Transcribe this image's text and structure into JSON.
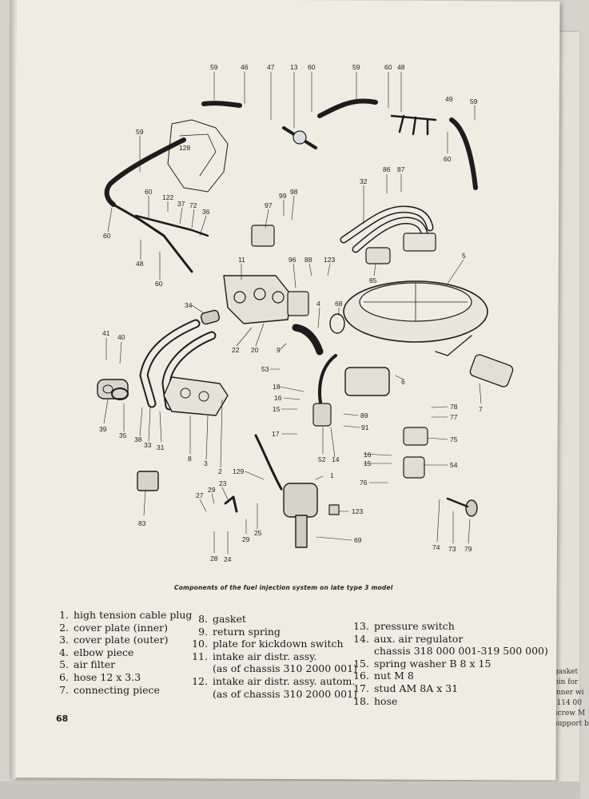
{
  "figure": {
    "caption": "Components of the fuel injection system on late type 3 model",
    "labels": [
      {
        "id": "59a",
        "text": "59"
      },
      {
        "id": "46",
        "text": "46"
      },
      {
        "id": "47",
        "text": "47"
      },
      {
        "id": "13",
        "text": "13"
      },
      {
        "id": "60a",
        "text": "60"
      },
      {
        "id": "59b",
        "text": "59"
      },
      {
        "id": "60b",
        "text": "60"
      },
      {
        "id": "48a",
        "text": "48"
      },
      {
        "id": "49",
        "text": "49"
      },
      {
        "id": "59c",
        "text": "59"
      },
      {
        "id": "59d",
        "text": "59"
      },
      {
        "id": "128",
        "text": "128"
      },
      {
        "id": "60c",
        "text": "60"
      },
      {
        "id": "86",
        "text": "86"
      },
      {
        "id": "87",
        "text": "87"
      },
      {
        "id": "32",
        "text": "32"
      },
      {
        "id": "60d",
        "text": "60"
      },
      {
        "id": "122",
        "text": "122"
      },
      {
        "id": "37",
        "text": "37"
      },
      {
        "id": "72",
        "text": "72"
      },
      {
        "id": "36",
        "text": "36"
      },
      {
        "id": "99",
        "text": "99"
      },
      {
        "id": "98",
        "text": "98"
      },
      {
        "id": "97",
        "text": "97"
      },
      {
        "id": "60e",
        "text": "60"
      },
      {
        "id": "48b",
        "text": "48"
      },
      {
        "id": "60f",
        "text": "60"
      },
      {
        "id": "5",
        "text": "5"
      },
      {
        "id": "11",
        "text": "11"
      },
      {
        "id": "96",
        "text": "96"
      },
      {
        "id": "88",
        "text": "88"
      },
      {
        "id": "123a",
        "text": "123"
      },
      {
        "id": "85",
        "text": "85"
      },
      {
        "id": "34",
        "text": "34"
      },
      {
        "id": "4",
        "text": "4"
      },
      {
        "id": "68",
        "text": "68"
      },
      {
        "id": "41",
        "text": "41"
      },
      {
        "id": "40",
        "text": "40"
      },
      {
        "id": "22",
        "text": "22"
      },
      {
        "id": "20",
        "text": "20"
      },
      {
        "id": "9",
        "text": "9"
      },
      {
        "id": "53",
        "text": "53"
      },
      {
        "id": "18",
        "text": "18"
      },
      {
        "id": "16a",
        "text": "16"
      },
      {
        "id": "15a",
        "text": "15"
      },
      {
        "id": "6",
        "text": "6"
      },
      {
        "id": "7",
        "text": "7"
      },
      {
        "id": "78",
        "text": "78"
      },
      {
        "id": "77",
        "text": "77"
      },
      {
        "id": "89",
        "text": "89"
      },
      {
        "id": "91",
        "text": "91"
      },
      {
        "id": "39",
        "text": "39"
      },
      {
        "id": "35",
        "text": "35"
      },
      {
        "id": "38",
        "text": "38"
      },
      {
        "id": "33",
        "text": "33"
      },
      {
        "id": "31",
        "text": "31"
      },
      {
        "id": "8",
        "text": "8"
      },
      {
        "id": "3",
        "text": "3"
      },
      {
        "id": "2",
        "text": "2"
      },
      {
        "id": "17",
        "text": "17"
      },
      {
        "id": "52",
        "text": "52"
      },
      {
        "id": "14",
        "text": "14"
      },
      {
        "id": "75",
        "text": "75"
      },
      {
        "id": "16b",
        "text": "16"
      },
      {
        "id": "15b",
        "text": "15"
      },
      {
        "id": "54",
        "text": "54"
      },
      {
        "id": "129",
        "text": "129"
      },
      {
        "id": "1",
        "text": "1"
      },
      {
        "id": "76",
        "text": "76"
      },
      {
        "id": "83",
        "text": "83"
      },
      {
        "id": "23",
        "text": "23"
      },
      {
        "id": "29a",
        "text": "29"
      },
      {
        "id": "27",
        "text": "27"
      },
      {
        "id": "25",
        "text": "25"
      },
      {
        "id": "29b",
        "text": "29"
      },
      {
        "id": "123b",
        "text": "123"
      },
      {
        "id": "28",
        "text": "28"
      },
      {
        "id": "24",
        "text": "24"
      },
      {
        "id": "69",
        "text": "69"
      },
      {
        "id": "74",
        "text": "74"
      },
      {
        "id": "73",
        "text": "73"
      },
      {
        "id": "79",
        "text": "79"
      }
    ]
  },
  "legend": {
    "col1": [
      {
        "num": "1.",
        "text": "high tension cable plug"
      },
      {
        "num": "2.",
        "text": "cover plate (inner)"
      },
      {
        "num": "3.",
        "text": "cover plate (outer)"
      },
      {
        "num": "4.",
        "text": "elbow piece"
      },
      {
        "num": "5.",
        "text": "air filter"
      },
      {
        "num": "6.",
        "text": "hose 12 x 3.3"
      },
      {
        "num": "7.",
        "text": "connecting piece"
      }
    ],
    "col2": [
      {
        "num": "8.",
        "text": "gasket"
      },
      {
        "num": "9.",
        "text": "return spring"
      },
      {
        "num": "10.",
        "text": "plate for kickdown switch"
      },
      {
        "num": "11.",
        "text": "intake air distr. assy."
      },
      {
        "num": "",
        "text": "(as of chassis 310 2000 001)"
      },
      {
        "num": "12.",
        "text": "intake air distr. assy. autom."
      },
      {
        "num": "",
        "text": "(as of chassis 310 2000 001)"
      }
    ],
    "col3": [
      {
        "num": "13.",
        "text": "pressure switch"
      },
      {
        "num": "14.",
        "text": "aux. air regulator"
      },
      {
        "num": "",
        "text": "chassis 318 000 001-319 500 000)"
      },
      {
        "num": "15.",
        "text": "spring washer B 8 x 15"
      },
      {
        "num": "16.",
        "text": "nut M 8"
      },
      {
        "num": "17.",
        "text": "stud AM 8A x 31"
      },
      {
        "num": "18.",
        "text": "hose"
      }
    ]
  },
  "page_number": "68",
  "next_page_fragment": [
    "gasket",
    "pin for",
    "inner wi",
    "(114 00",
    "screw M",
    "support b"
  ]
}
